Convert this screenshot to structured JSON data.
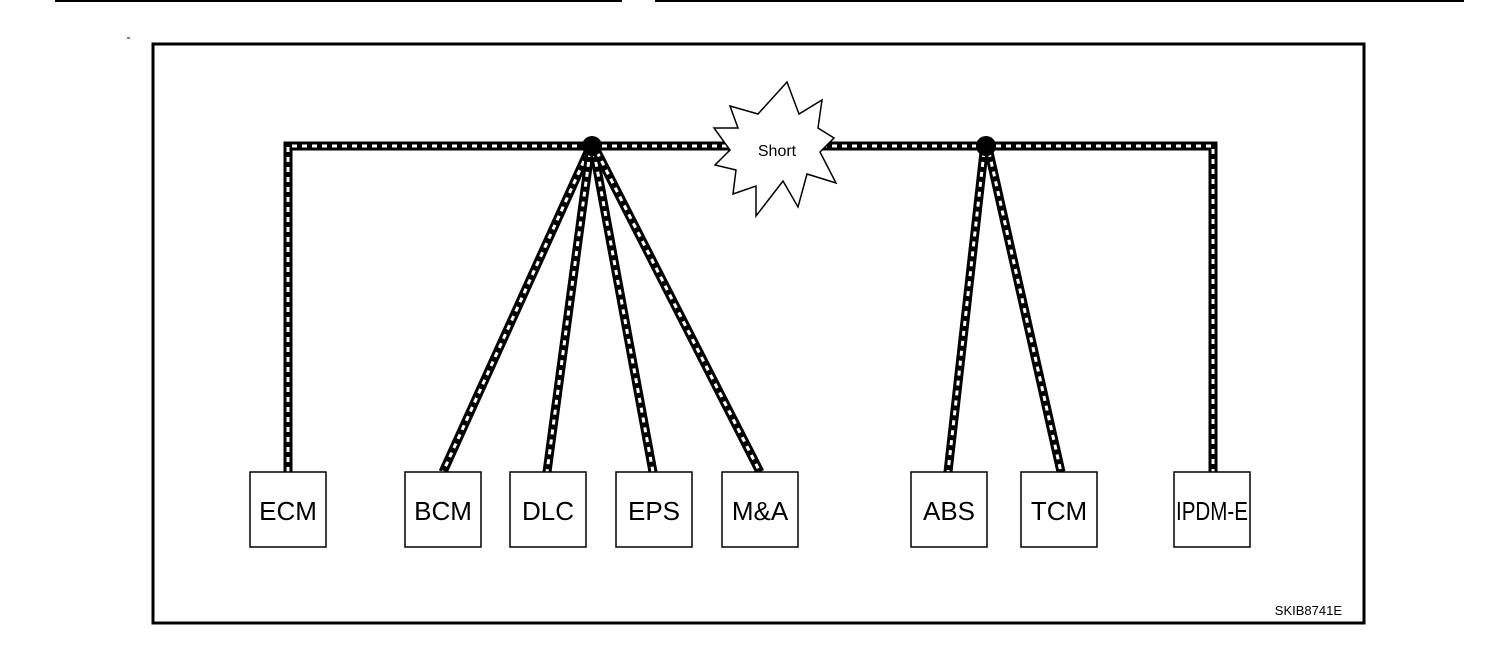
{
  "diagram": {
    "modules": {
      "ecm": "ECM",
      "bcm": "BCM",
      "dlc": "DLC",
      "eps": "EPS",
      "ma": "M&A",
      "abs": "ABS",
      "tcm": "TCM",
      "ipdm": "IPDM-E"
    },
    "short_label": "Short",
    "figure_code": "SKIB8741E"
  },
  "colors": {
    "line": "#000000",
    "background": "#ffffff"
  }
}
